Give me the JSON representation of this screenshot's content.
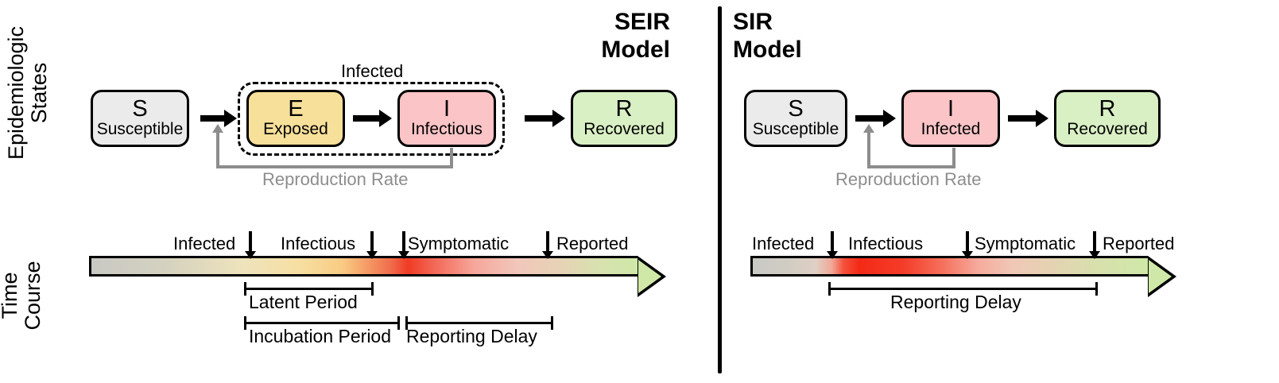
{
  "axis_labels": {
    "epidemiologic_states": "Epidemiologic\nStates",
    "time_course": "Time\nCourse"
  },
  "panels": {
    "seir": {
      "title": "SEIR\nModel",
      "group_label": "Infected",
      "reproduction_label": "Reproduction Rate",
      "compartments": [
        {
          "letter": "S",
          "word": "Susceptible",
          "color": "#ebebeb"
        },
        {
          "letter": "E",
          "word": "Exposed",
          "color": "#f7e09a"
        },
        {
          "letter": "I",
          "word": "Infectious",
          "color": "#fbc4c6"
        },
        {
          "letter": "R",
          "word": "Recovered",
          "color": "#d9f0c4"
        }
      ],
      "timeline": {
        "events": [
          "Infected",
          "Infectious",
          "Symptomatic",
          "Reported"
        ],
        "periods": [
          "Latent Period",
          "Incubation Period",
          "Reporting Delay"
        ]
      }
    },
    "sir": {
      "title": "SIR\nModel",
      "reproduction_label": "Reproduction Rate",
      "compartments": [
        {
          "letter": "S",
          "word": "Susceptible",
          "color": "#ebebeb"
        },
        {
          "letter": "I",
          "word": "Infected",
          "color": "#fbc4c6"
        },
        {
          "letter": "R",
          "word": "Recovered",
          "color": "#d9f0c4"
        }
      ],
      "timeline": {
        "events": [
          "Infected",
          "Infectious",
          "Symptomatic",
          "Reported"
        ],
        "periods": [
          "Reporting Delay"
        ]
      }
    }
  },
  "colors": {
    "susceptible": "#ebebeb",
    "exposed": "#f7e09a",
    "infectious": "#fbc4c6",
    "recovered": "#d9f0c4",
    "reproduction_gray": "#8d8d8d",
    "outline": "#000000"
  }
}
